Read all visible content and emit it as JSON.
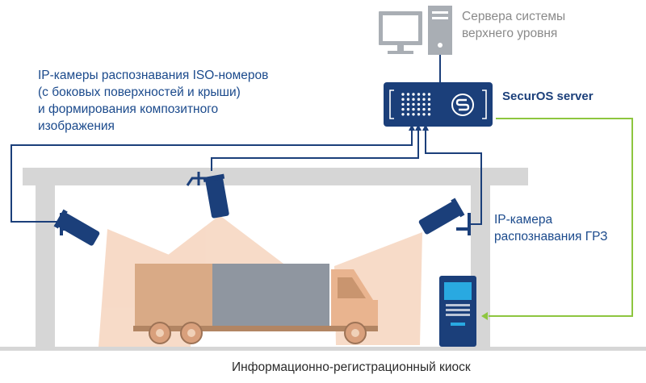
{
  "labels": {
    "iso_cameras": [
      "IP-камеры распознавания ISO-номеров",
      "(с боковых поверхностей и крыши)",
      "и формирования композитного",
      "изображения"
    ],
    "upper_servers": [
      "Сервера системы",
      "верхнего уровня"
    ],
    "server": "SecurOS server",
    "lpr_camera": [
      "IP-камера",
      "распознавания ГРЗ"
    ],
    "kiosk": "Информационно-регистрационный киоск"
  },
  "colors": {
    "navy": "#1b3f7a",
    "structure": "#d6d6d6",
    "beam": "#c3c3c3",
    "coverage": "#f2c3a3",
    "truck_cab": "#e9b48f",
    "truck_cargo": "#8f96a0",
    "kiosk_link": "#8dc63f",
    "computer": "#a9aeb4"
  },
  "icons": [
    "monitor-icon",
    "tower-icon",
    "securos-logo-icon",
    "camera-icon",
    "truck-icon",
    "kiosk-icon"
  ]
}
